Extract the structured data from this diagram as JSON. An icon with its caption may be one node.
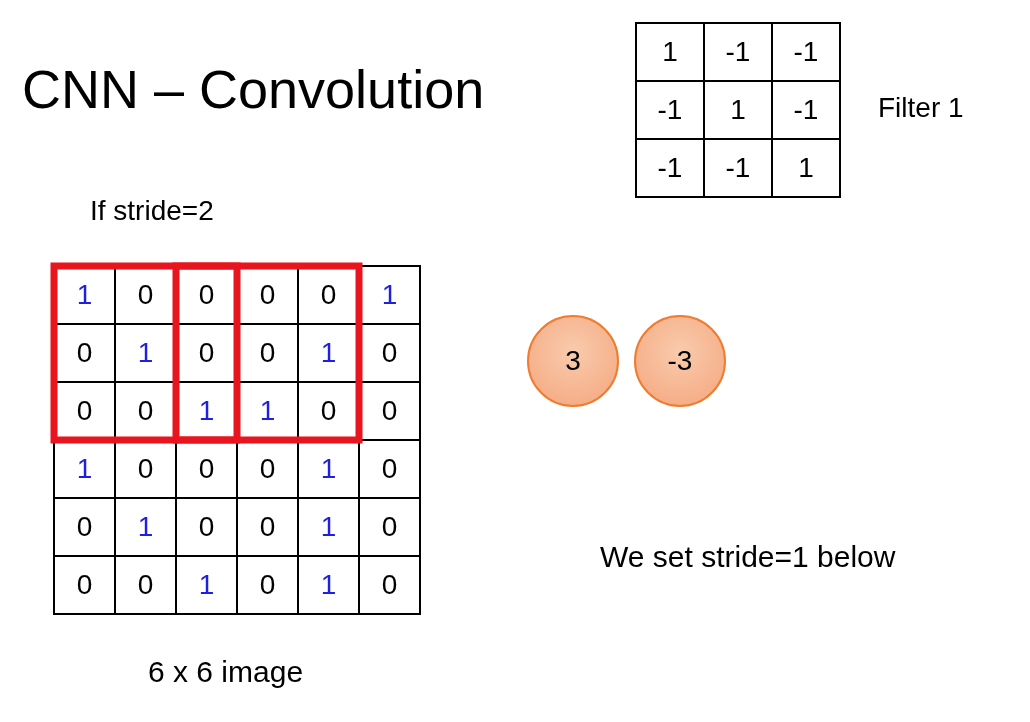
{
  "diagram": {
    "title": "CNN – Convolution",
    "nodes": [
      {
        "text": [
          "3"
        ]
      },
      {
        "text": [
          "-3"
        ]
      }
    ],
    "labels": [
      "1",
      "-1",
      "-1",
      "-1",
      "1",
      "-1",
      "Filter 1",
      "-1",
      "-1",
      "1",
      "If stride=2",
      "1",
      "0",
      "0",
      "0",
      "0",
      "1",
      "0",
      "1",
      "0",
      "0",
      "1",
      "0",
      "0",
      "0",
      "1",
      "1",
      "0",
      "0",
      "1",
      "0",
      "0",
      "0",
      "1",
      "0",
      "0",
      "1",
      "0",
      "0",
      "1",
      "0",
      "0",
      "0",
      "1",
      "0",
      "1",
      "0",
      "We set stride=1 below",
      "6 x 6 image"
    ]
  }
}
